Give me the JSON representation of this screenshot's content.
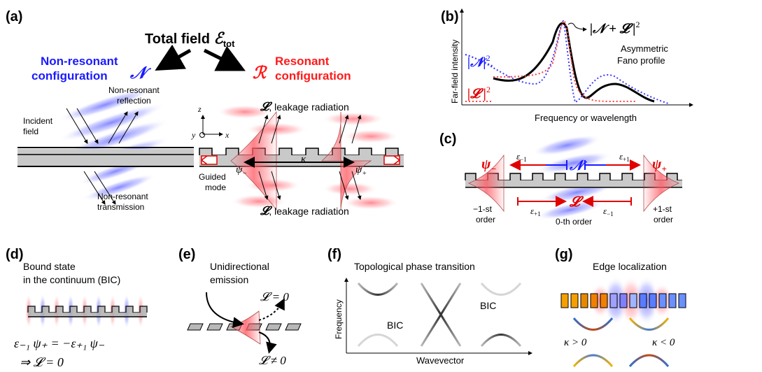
{
  "panels": {
    "a": "(a)",
    "b": "(b)",
    "c": "(c)",
    "d": "(d)",
    "e": "(e)",
    "f": "(f)",
    "g": "(g)"
  },
  "panel_a": {
    "title": "Total field ",
    "title_sym": "ℰ",
    "title_sub": "tot",
    "nonres_line1": "Non-resonant",
    "nonres_line2": "configuration",
    "nonres_sym": "𝒩",
    "res_line1": "Resonant",
    "res_line2": "configuration",
    "res_sym": "ℛ",
    "incident_1": "Incident",
    "incident_2": "field",
    "reflection_1": "Non-resonant",
    "reflection_2": "reflection",
    "transmission_1": "Non-resonant",
    "transmission_2": "transmission",
    "axis_z": "z",
    "axis_y": "y",
    "axis_x": "x",
    "leak_sym": "𝓛",
    "leak_text": ", leakage radiation",
    "kappa": "κ",
    "psi_minus": "ψ",
    "psi_minus_sub": "−",
    "psi_plus": "ψ",
    "psi_plus_sub": "+",
    "guided_1": "Guided",
    "guided_2": "mode",
    "colors": {
      "blue": "#1a1aff",
      "red": "#ff1a1a"
    }
  },
  "panel_b": {
    "ylabel": "Far-field intensity",
    "xlabel": "Frequency or wavelength",
    "fano_label": "|𝒩 + 𝓛 |",
    "fano_exp": "2",
    "fano_1": "Asymmetric",
    "fano_2": "Fano profile",
    "n_label": "|𝒩|",
    "n_exp": "2",
    "l_label": "|𝓛 |",
    "l_exp": "2"
  },
  "panel_c": {
    "psi_minus": "ψ",
    "psi_minus_sub": "−",
    "psi_plus": "ψ",
    "psi_plus_sub": "+",
    "eps_m1": "ε",
    "eps_m1_sub": "−1",
    "eps_p1": "ε",
    "eps_p1_sub": "+1",
    "n_sym": "𝒩",
    "l_sym": "𝓛",
    "order_m1_1": "−1-st",
    "order_m1_2": "order",
    "order_0": "0-th order",
    "order_p1_1": "+1-st",
    "order_p1_2": "order"
  },
  "panel_d": {
    "title_1": "Bound state",
    "title_2": "in the continuum (BIC)",
    "eq_1": "ε₋₁ ψ₊ = −ε₊₁ ψ₋",
    "eq_2": "⇒  𝓛 = 0"
  },
  "panel_e": {
    "title_1": "Unidirectional",
    "title_2": "emission",
    "l_zero": "𝓛 = 0",
    "l_nonzero": "𝓛 ≠ 0"
  },
  "panel_f": {
    "title": "Topological phase transition",
    "ylabel": "Frequency",
    "xlabel": "Wavevector",
    "bic_1": "BIC",
    "bic_2": "BIC"
  },
  "panel_g": {
    "title": "Edge localization",
    "k_pos": "κ > 0",
    "k_neg": "κ < 0"
  }
}
